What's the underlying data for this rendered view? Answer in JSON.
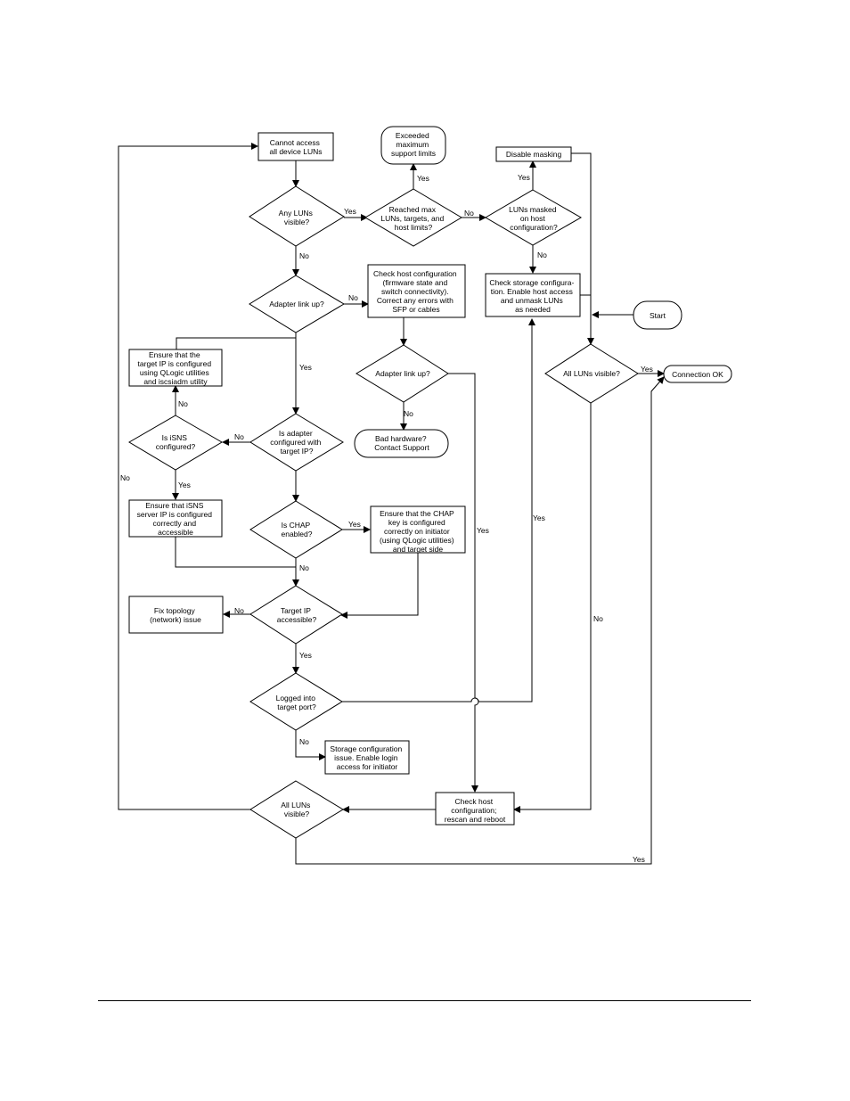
{
  "nodes": {
    "cannot_access": {
      "lines": [
        "Cannot access",
        "all device LUNs"
      ]
    },
    "exceeded_limits": {
      "lines": [
        "Exceeded",
        "maximum",
        "support limits"
      ]
    },
    "disable_masking": {
      "lines": [
        "Disable masking"
      ]
    },
    "any_luns_visible": {
      "lines": [
        "Any LUNs",
        "visible?"
      ]
    },
    "reached_max": {
      "lines": [
        "Reached max",
        "LUNs, targets, and",
        "host limits?"
      ]
    },
    "luns_masked": {
      "lines": [
        "LUNs masked",
        "on host",
        "configuration?"
      ]
    },
    "check_host_fw": {
      "lines": [
        "Check host configuration",
        "(firmware state and",
        "switch connectivity).",
        "Correct any errors with",
        "SFP or cables"
      ]
    },
    "check_storage": {
      "lines": [
        "Check storage configura-",
        "tion. Enable host access",
        "and unmask LUNs",
        "as needed"
      ]
    },
    "start": {
      "lines": [
        "Start"
      ]
    },
    "adapter_link_1": {
      "lines": [
        "Adapter link up?"
      ]
    },
    "ensure_target_ip": {
      "lines": [
        "Ensure that the",
        "target IP is configured",
        "using QLogic utilities",
        "and iscsiadm utility"
      ]
    },
    "adapter_link_2": {
      "lines": [
        "Adapter link up?"
      ]
    },
    "all_luns_visible_right": {
      "lines": [
        "All LUNs visible?"
      ]
    },
    "connection_ok": {
      "lines": [
        "Connection OK"
      ]
    },
    "isns_configured": {
      "lines": [
        "Is iSNS",
        "configured?"
      ]
    },
    "adapter_configured": {
      "lines": [
        "Is adapter",
        "configured with",
        "target IP?"
      ]
    },
    "bad_hardware": {
      "lines": [
        "Bad hardware?",
        "Contact Support"
      ]
    },
    "ensure_isns": {
      "lines": [
        "Ensure that iSNS",
        "server IP is configured",
        "correctly and",
        "accessible"
      ]
    },
    "chap_enabled": {
      "lines": [
        "Is CHAP",
        "enabled?"
      ]
    },
    "ensure_chap": {
      "lines": [
        "Ensure that the CHAP",
        "key is configured",
        "correctly on initiator",
        "(using QLogic utilities)",
        "and target side"
      ]
    },
    "fix_topology": {
      "lines": [
        "Fix topology",
        "(network) issue"
      ]
    },
    "target_ip_accessible": {
      "lines": [
        "Target IP",
        "accessible?"
      ]
    },
    "logged_into": {
      "lines": [
        "Logged into",
        "target port?"
      ]
    },
    "storage_config_issue": {
      "lines": [
        "Storage configuration",
        "issue. Enable login",
        "access for initiator"
      ]
    },
    "all_luns_visible_bottom": {
      "lines": [
        "All LUNs",
        "visible?"
      ]
    },
    "check_host_rescan": {
      "lines": [
        "Check host",
        "configuration;",
        "rescan and reboot"
      ]
    }
  },
  "edge_labels": {
    "any_yes": "Yes",
    "any_no": "No",
    "reached_yes": "Yes",
    "reached_no": "No",
    "masked_yes": "Yes",
    "masked_no": "No",
    "adapter1_no": "No",
    "adapter1_yes": "Yes",
    "adapter2_no": "No",
    "adapter2_yes": "Yes",
    "right_yes": "Yes",
    "right_no": "No",
    "configured_no": "No",
    "isns_no": "No",
    "isns_yes": "Yes",
    "chap_yes": "Yes",
    "chap_no": "No",
    "target_no": "No",
    "target_yes": "Yes",
    "logged_yes": "Yes",
    "logged_no": "No",
    "bottom_no": "No",
    "bottom_yes": "Yes"
  }
}
